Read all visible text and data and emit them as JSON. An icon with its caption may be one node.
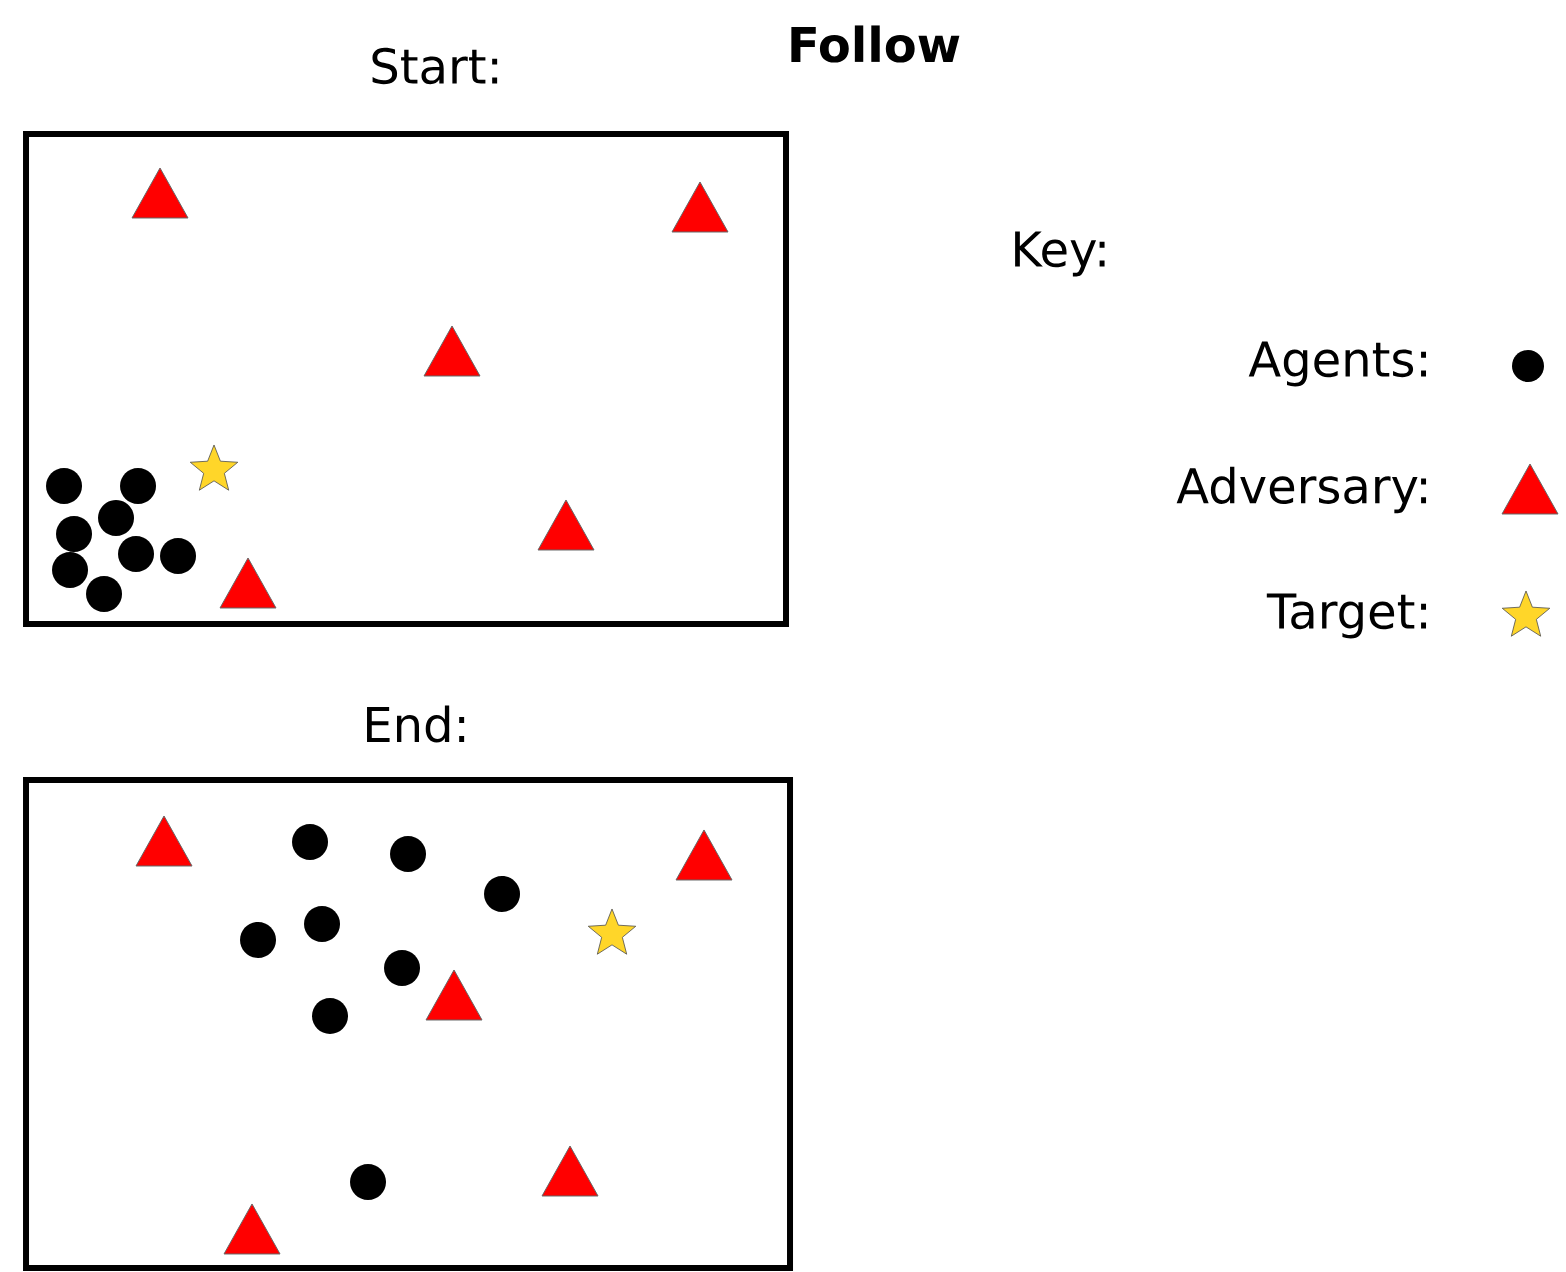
{
  "diagram": {
    "title": "Follow",
    "nodes": [
      {
        "text": [
          "Start:"
        ]
      },
      {
        "text": [
          "End:"
        ]
      }
    ],
    "labels": [
      "Key:"
    ],
    "legend": [
      {
        "text": "Agents:"
      },
      {
        "text": "Adversary:"
      },
      {
        "text": "Target:"
      }
    ]
  }
}
